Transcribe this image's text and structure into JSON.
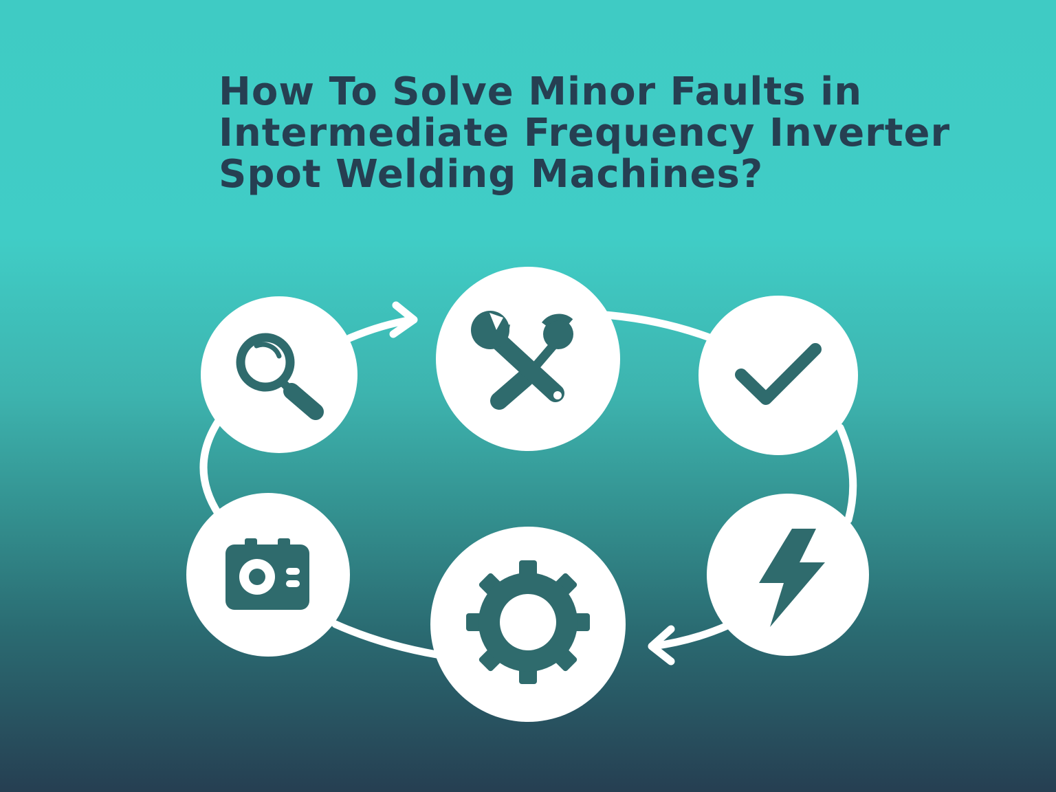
{
  "title": {
    "line1": "How To Solve Minor Faults in",
    "line2": "Intermediate Frequency Inverter",
    "line3": "Spot Welding Machines?"
  },
  "colors": {
    "icon": "#2f6b6d",
    "circle": "#ffffff",
    "connector": "#ffffff",
    "title": "#263f52"
  },
  "cycle_steps": [
    {
      "icon": "magnifier-icon"
    },
    {
      "icon": "wrench-screwdriver-icon"
    },
    {
      "icon": "checkmark-icon"
    },
    {
      "icon": "lightning-icon"
    },
    {
      "icon": "gear-icon"
    },
    {
      "icon": "meter-icon"
    }
  ]
}
